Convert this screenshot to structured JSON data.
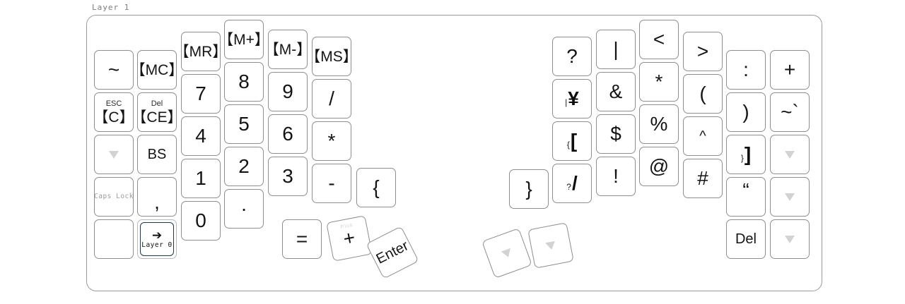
{
  "layer": {
    "label": "Layer 1"
  },
  "colors": {
    "key_border": "#8e8e8e",
    "frame_border": "#9a9a9a",
    "highlight_ring": "#20384f",
    "glyph": "#141414",
    "faint_glyph": "#d2d2d2",
    "muted_text": "#9b9b9b"
  },
  "left_half": {
    "columns": [
      {
        "name": "col-1",
        "keys": [
          {
            "id": "tilde",
            "main": "~",
            "style": "big"
          },
          {
            "id": "esc-c",
            "sub": "ESC",
            "main": "【C】",
            "style": "bracketed"
          },
          {
            "id": "blank-triangle-1",
            "icon": "triangle-down-icon"
          },
          {
            "id": "caps-lock",
            "main": "Caps Lock",
            "style": "tiny-word"
          },
          {
            "id": "blank-1",
            "main": ""
          }
        ]
      },
      {
        "name": "col-2",
        "keys": [
          {
            "id": "mc",
            "main": "【MC】",
            "style": "bracketed"
          },
          {
            "id": "del-ce",
            "sub": "Del",
            "main": "【CE】",
            "style": "bracketed"
          },
          {
            "id": "bs",
            "main": "BS",
            "style": "small-word"
          },
          {
            "id": "comma",
            "main": ",",
            "style": "big"
          },
          {
            "id": "layer-0",
            "icon": "arrow-right-icon",
            "main": "Layer 0",
            "style": "tiny-word",
            "highlight": true
          }
        ]
      },
      {
        "name": "col-3",
        "keys": [
          {
            "id": "mr",
            "main": "【MR】",
            "style": "bracketed"
          },
          {
            "id": "num-7",
            "main": "7",
            "style": "big"
          },
          {
            "id": "num-4",
            "main": "4",
            "style": "big"
          },
          {
            "id": "num-1",
            "main": "1",
            "style": "big"
          },
          {
            "id": "num-0",
            "main": "0",
            "style": "big"
          }
        ]
      },
      {
        "name": "col-4",
        "keys": [
          {
            "id": "m-plus",
            "main": "【M+】",
            "style": "bracketed"
          },
          {
            "id": "num-8",
            "main": "8",
            "style": "big"
          },
          {
            "id": "num-5",
            "main": "5",
            "style": "big"
          },
          {
            "id": "num-2",
            "main": "2",
            "style": "big"
          },
          {
            "id": "period",
            "main": "·",
            "style": "big"
          }
        ]
      },
      {
        "name": "col-5",
        "keys": [
          {
            "id": "m-minus",
            "main": "【M-】",
            "style": "bracketed"
          },
          {
            "id": "num-9",
            "main": "9",
            "style": "big"
          },
          {
            "id": "num-6",
            "main": "6",
            "style": "big"
          },
          {
            "id": "num-3",
            "main": "3",
            "style": "big"
          }
        ]
      },
      {
        "name": "col-6",
        "keys": [
          {
            "id": "ms",
            "main": "【MS】",
            "style": "bracketed"
          },
          {
            "id": "slash",
            "main": "/",
            "style": "big"
          },
          {
            "id": "asterisk",
            "main": "*",
            "style": "big"
          },
          {
            "id": "minus",
            "main": "-",
            "style": "big"
          }
        ]
      }
    ],
    "extra_keys": [
      {
        "id": "brace-open",
        "main": "{",
        "style": "big"
      },
      {
        "id": "equals",
        "main": "=",
        "style": "big"
      },
      {
        "id": "plus",
        "main": "+",
        "style": "big"
      },
      {
        "id": "enter",
        "main": "Enter",
        "style": "small-word"
      }
    ]
  },
  "right_half": {
    "columns": [
      {
        "name": "col-r1",
        "keys": [
          {
            "id": "question",
            "main": "?",
            "style": "big"
          },
          {
            "id": "yen",
            "pre": "|",
            "main": "¥"
          },
          {
            "id": "bracket-open",
            "pre": "{",
            "main": "["
          },
          {
            "id": "slash-right",
            "pre": "?",
            "main": "/"
          }
        ]
      },
      {
        "name": "col-r2",
        "keys": [
          {
            "id": "pipe",
            "main": "|",
            "style": "big"
          },
          {
            "id": "ampersand",
            "main": "&",
            "style": "big"
          },
          {
            "id": "dollar",
            "main": "$",
            "style": "big"
          },
          {
            "id": "exclamation",
            "main": "!",
            "style": "big"
          }
        ]
      },
      {
        "name": "col-r3",
        "keys": [
          {
            "id": "less-than",
            "main": "<",
            "style": "big"
          },
          {
            "id": "asterisk-right",
            "main": "*",
            "style": "big"
          },
          {
            "id": "percent",
            "main": "%",
            "style": "big"
          },
          {
            "id": "at",
            "main": "@",
            "style": "big"
          }
        ]
      },
      {
        "name": "col-r4",
        "keys": [
          {
            "id": "greater-than",
            "main": ">",
            "style": "big"
          },
          {
            "id": "paren-open",
            "main": "(",
            "style": "big"
          },
          {
            "id": "caret",
            "main": "^",
            "style": "small-word"
          },
          {
            "id": "hash",
            "main": "#",
            "style": "big"
          }
        ]
      },
      {
        "name": "col-r5",
        "keys": [
          {
            "id": "colon",
            "main": ":",
            "style": "big"
          },
          {
            "id": "paren-close",
            "main": ")",
            "style": "big"
          },
          {
            "id": "bracket-close",
            "pre": "}",
            "main": "]"
          },
          {
            "id": "quote",
            "main": "“",
            "style": "big"
          },
          {
            "id": "del",
            "main": "Del",
            "style": "small-word"
          }
        ]
      },
      {
        "name": "col-r6",
        "keys": [
          {
            "id": "plus-right",
            "main": "+",
            "style": "big"
          },
          {
            "id": "tilde-grave",
            "main": "~`",
            "style": "big"
          },
          {
            "id": "blank-triangle-2",
            "icon": "triangle-down-icon"
          },
          {
            "id": "blank-triangle-3",
            "icon": "triangle-down-icon"
          },
          {
            "id": "blank-triangle-4",
            "icon": "triangle-down-icon"
          }
        ]
      }
    ],
    "extra_keys": [
      {
        "id": "brace-close",
        "main": "}",
        "style": "big"
      },
      {
        "id": "thumb-left",
        "icon": "triangle-down-icon"
      },
      {
        "id": "thumb-right",
        "icon": "triangle-down-icon"
      }
    ]
  }
}
